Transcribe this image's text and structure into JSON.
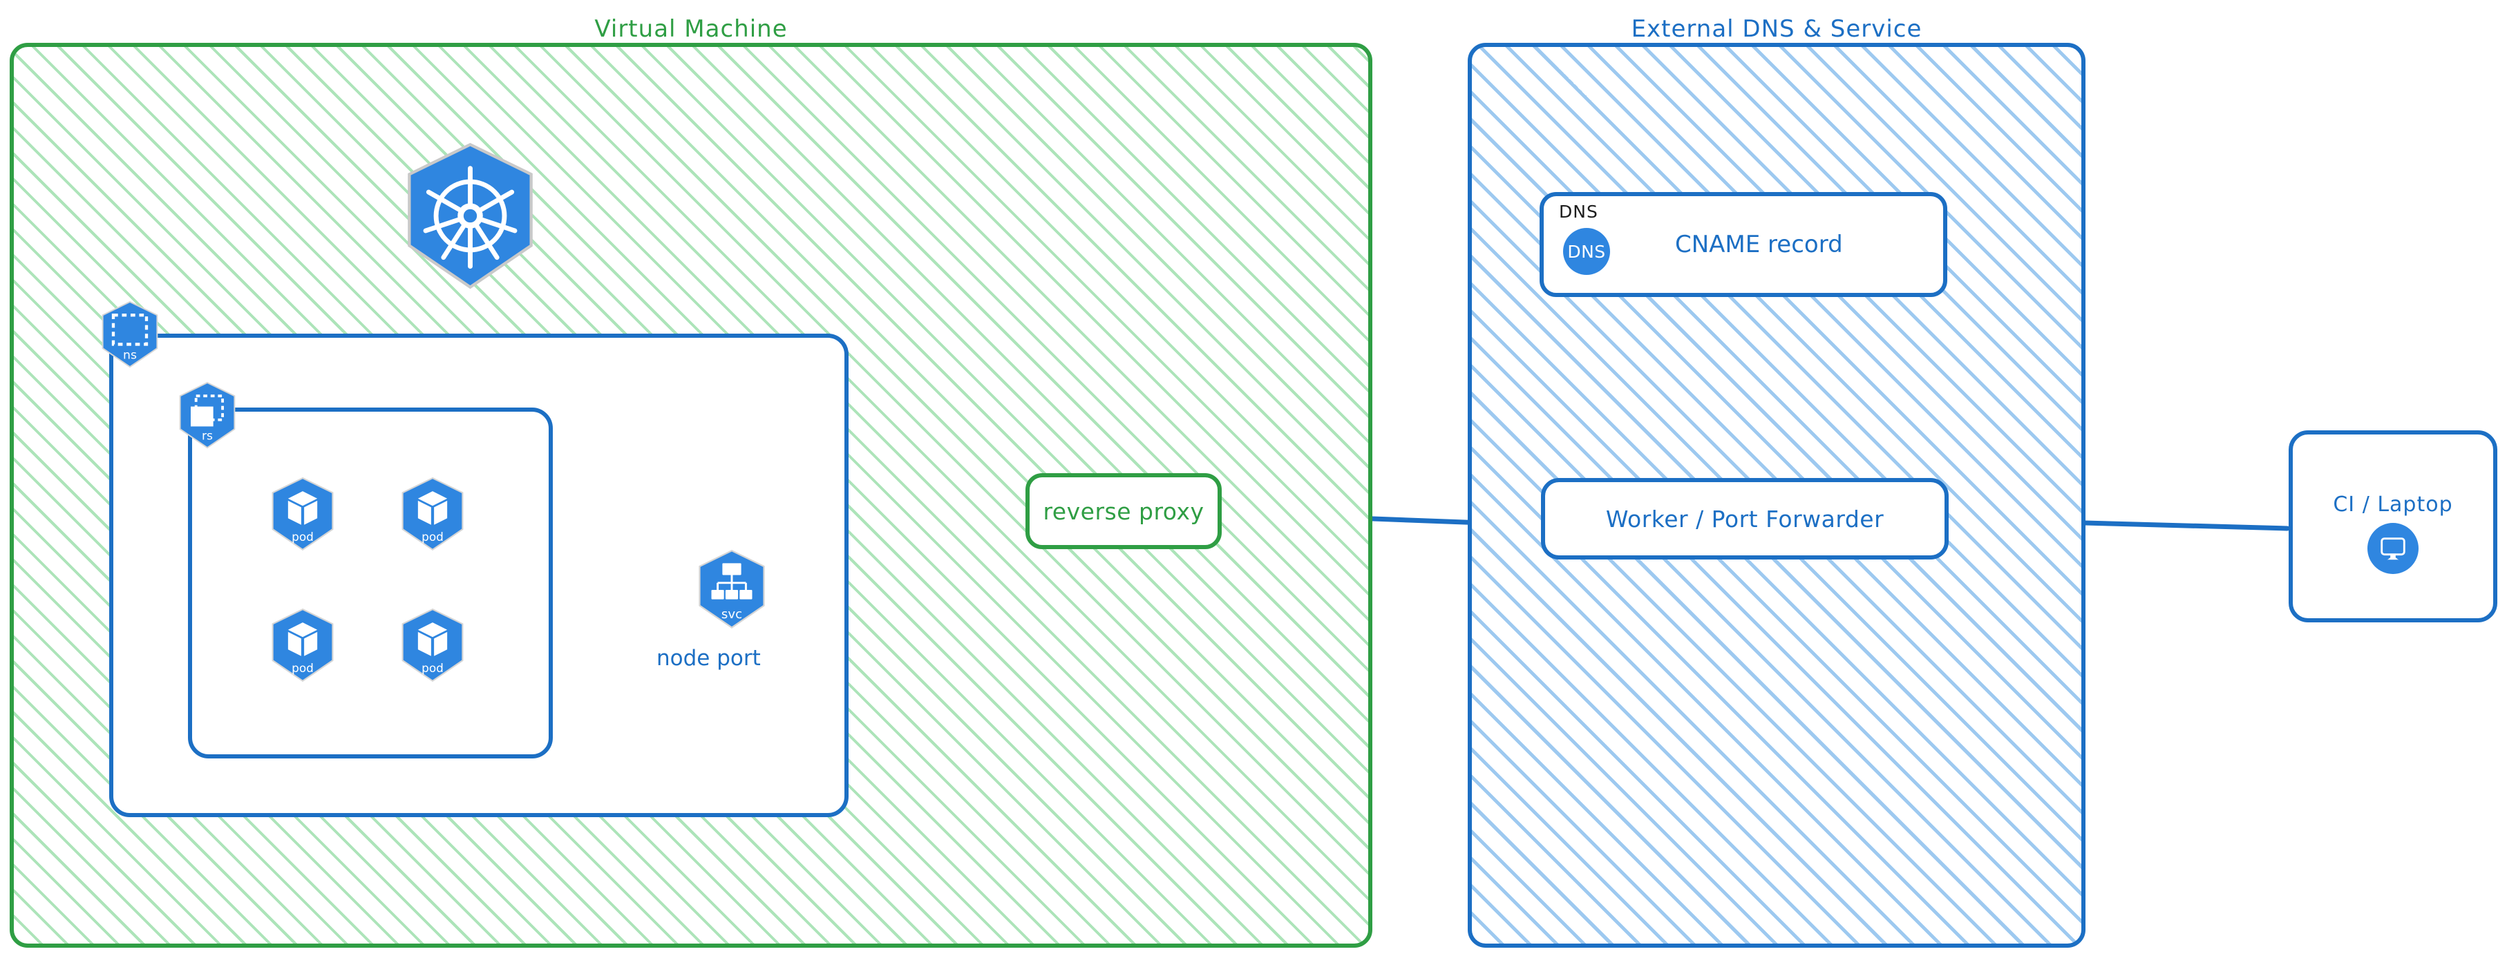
{
  "diagram": {
    "title": "Kubernetes NodePort exposure via reverse proxy and external DNS",
    "accent_green": "#2f9e44",
    "accent_blue": "#1c6fc4",
    "icon_blue": "#2f86e0"
  },
  "zones": [
    {
      "id": "vm",
      "title": "Virtual Machine",
      "style": "green"
    },
    {
      "id": "ext",
      "title": "External DNS & Service",
      "style": "blue"
    }
  ],
  "vm": {
    "k8s_logo_name": "kubernetes-logo",
    "namespace": {
      "badge": "ns",
      "icon": "namespace-icon"
    },
    "replicaset": {
      "badge": "rs",
      "icon": "replicaset-icon"
    },
    "pods": [
      {
        "badge": "pod",
        "icon": "pod-icon"
      },
      {
        "badge": "pod",
        "icon": "pod-icon"
      },
      {
        "badge": "pod",
        "icon": "pod-icon"
      },
      {
        "badge": "pod",
        "icon": "pod-icon"
      }
    ],
    "service": {
      "badge": "svc",
      "icon": "service-icon",
      "caption": "node port"
    },
    "reverse_proxy": {
      "label": "reverse proxy"
    }
  },
  "external": {
    "dns_card": {
      "tag": "DNS",
      "icon_label": "DNS",
      "icon": "dns-icon",
      "record": "CNAME record"
    },
    "worker": {
      "label": "Worker / Port Forwarder"
    }
  },
  "client": {
    "label": "CI / Laptop",
    "icon": "desktop-monitor-icon"
  },
  "edges": [
    {
      "from": "service",
      "to": "pod-1",
      "style": "arrow"
    },
    {
      "from": "service",
      "to": "pod-2",
      "style": "arrow"
    },
    {
      "from": "service",
      "to": "pod-3",
      "style": "arrow"
    },
    {
      "from": "service",
      "to": "pod-4",
      "style": "arrow"
    },
    {
      "from": "reverse-proxy",
      "to": "service",
      "style": "arrow"
    },
    {
      "from": "worker",
      "to": "reverse-proxy",
      "style": "arrow"
    },
    {
      "from": "ci-laptop",
      "to": "worker",
      "style": "arrow"
    }
  ]
}
